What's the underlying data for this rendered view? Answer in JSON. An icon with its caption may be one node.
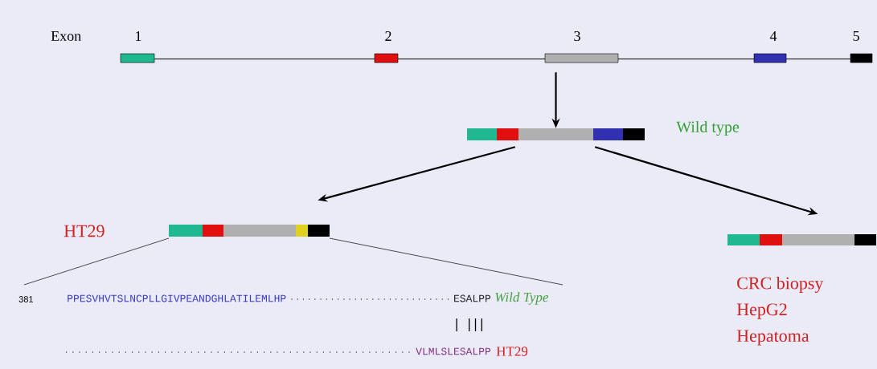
{
  "diagram": {
    "nodes": [
      {
        "text": [],
        "shape": "bar",
        "beside": [
          "1",
          "2",
          "3",
          "4",
          "5"
        ]
      },
      {
        "text": [],
        "shape": "bar",
        "beside": [
          "Wild type"
        ]
      },
      {
        "text": [],
        "shape": "bar",
        "beside": [
          "HT29"
        ]
      },
      {
        "text": [],
        "shape": "bar",
        "beside": [
          "CRC biopsy",
          "HepG2",
          "Hepatoma"
        ]
      }
    ],
    "edges": [
      {
        "from": 0,
        "to": 1,
        "arrow": "to"
      },
      {
        "from": 1,
        "to": 2,
        "arrow": "to"
      },
      {
        "from": 1,
        "to": 3,
        "arrow": "to"
      }
    ],
    "labels": [
      "Exon",
      "381",
      "PPESVHVTSLNCPLLGIVPEANDGHLATILEMLHP",
      "ESALPP",
      "Wild Type",
      "VLMLSLESALPP",
      "HT29"
    ]
  }
}
